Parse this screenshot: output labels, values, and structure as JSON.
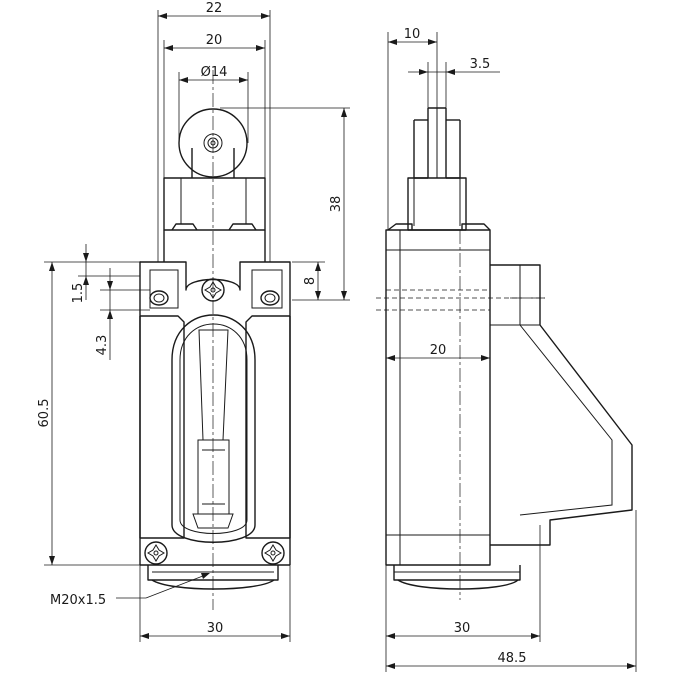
{
  "dimensions": {
    "width_22": "22",
    "width_20": "20",
    "roller_dia": "Ø14",
    "height_38": "38",
    "height_8": "8",
    "offset_1_5": "1.5",
    "offset_4_3": "4.3",
    "height_60_5": "60.5",
    "thread": "M20x1.5",
    "width_30_front": "30",
    "side_10": "10",
    "side_3_5": "3.5",
    "side_20": "20",
    "width_30_side": "30",
    "width_48_5": "48.5"
  }
}
